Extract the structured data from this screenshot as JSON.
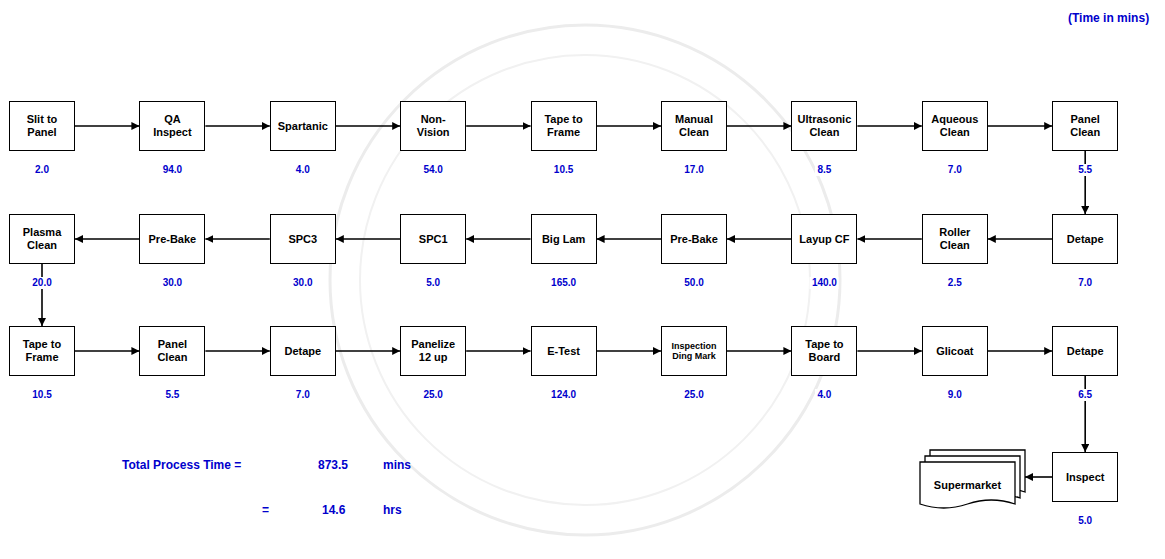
{
  "diagram": {
    "nodes": [
      {
        "text": [
          "Slit to Panel",
          "2.0"
        ]
      },
      {
        "text": [
          "QA Inspect",
          "94.0"
        ]
      },
      {
        "text": [
          "Spartanic",
          "4.0"
        ]
      },
      {
        "text": [
          "Non-Vision",
          "54.0"
        ]
      },
      {
        "text": [
          "Tape to Frame",
          "10.5"
        ]
      },
      {
        "text": [
          "Manual Clean",
          "17.0"
        ]
      },
      {
        "text": [
          "Ultrasonic Clean",
          "8.5"
        ]
      },
      {
        "text": [
          "Aqueous Clean",
          "7.0"
        ]
      },
      {
        "text": [
          "Panel Clean",
          "5.5"
        ]
      },
      {
        "text": [
          "Detape",
          "7.0"
        ]
      },
      {
        "text": [
          "Roller Clean",
          "2.5"
        ]
      },
      {
        "text": [
          "Layup CF",
          "140.0"
        ]
      },
      {
        "text": [
          "Pre-Bake",
          "50.0"
        ]
      },
      {
        "text": [
          "Big Lam",
          "165.0"
        ]
      },
      {
        "text": [
          "SPC1",
          "5.0"
        ]
      },
      {
        "text": [
          "SPC3",
          "30.0"
        ]
      },
      {
        "text": [
          "Pre-Bake",
          "30.0"
        ]
      },
      {
        "text": [
          "Plasma Clean",
          "20.0"
        ]
      },
      {
        "text": [
          "Tape to Frame",
          "10.5"
        ]
      },
      {
        "text": [
          "Panel Clean",
          "5.5"
        ]
      },
      {
        "text": [
          "Detape",
          "7.0"
        ]
      },
      {
        "text": [
          "Panelize 12 up",
          "25.0"
        ]
      },
      {
        "text": [
          "E-Test",
          "124.0"
        ]
      },
      {
        "text": [
          "Inspection Ding Mark",
          "25.0"
        ]
      },
      {
        "text": [
          "Tape to Board",
          "4.0"
        ]
      },
      {
        "text": [
          "Glicoat",
          "9.0"
        ]
      },
      {
        "text": [
          "Detape",
          "6.5"
        ]
      },
      {
        "text": [
          "Inspect",
          "5.0"
        ]
      },
      {
        "text": [
          "Supermarket"
        ]
      }
    ],
    "edges": [
      {
        "from": 0,
        "to": 1,
        "arrow": "to"
      },
      {
        "from": 1,
        "to": 2,
        "arrow": "to"
      },
      {
        "from": 2,
        "to": 3,
        "arrow": "to"
      },
      {
        "from": 3,
        "to": 4,
        "arrow": "to"
      },
      {
        "from": 4,
        "to": 5,
        "arrow": "to"
      },
      {
        "from": 5,
        "to": 6,
        "arrow": "to"
      },
      {
        "from": 6,
        "to": 7,
        "arrow": "to"
      },
      {
        "from": 7,
        "to": 8,
        "arrow": "to"
      },
      {
        "from": 8,
        "to": 9,
        "arrow": "to"
      },
      {
        "from": 9,
        "to": 10,
        "arrow": "to"
      },
      {
        "from": 10,
        "to": 11,
        "arrow": "to"
      },
      {
        "from": 11,
        "to": 12,
        "arrow": "to"
      },
      {
        "from": 12,
        "to": 13,
        "arrow": "to"
      },
      {
        "from": 13,
        "to": 14,
        "arrow": "to"
      },
      {
        "from": 14,
        "to": 15,
        "arrow": "to"
      },
      {
        "from": 15,
        "to": 16,
        "arrow": "to"
      },
      {
        "from": 16,
        "to": 17,
        "arrow": "to"
      },
      {
        "from": 17,
        "to": 18,
        "arrow": "to"
      },
      {
        "from": 18,
        "to": 19,
        "arrow": "to"
      },
      {
        "from": 19,
        "to": 20,
        "arrow": "to"
      },
      {
        "from": 20,
        "to": 21,
        "arrow": "to"
      },
      {
        "from": 21,
        "to": 22,
        "arrow": "to"
      },
      {
        "from": 22,
        "to": 23,
        "arrow": "to"
      },
      {
        "from": 23,
        "to": 24,
        "arrow": "to"
      },
      {
        "from": 24,
        "to": 25,
        "arrow": "to"
      },
      {
        "from": 25,
        "to": 26,
        "arrow": "to"
      },
      {
        "from": 26,
        "to": 27,
        "arrow": "to"
      },
      {
        "from": 27,
        "to": 28,
        "arrow": "to"
      }
    ],
    "labels": [
      "(Time in mins)",
      "Total Process Time =",
      "873.5",
      "mins",
      "=",
      "14.6",
      "hrs"
    ]
  }
}
